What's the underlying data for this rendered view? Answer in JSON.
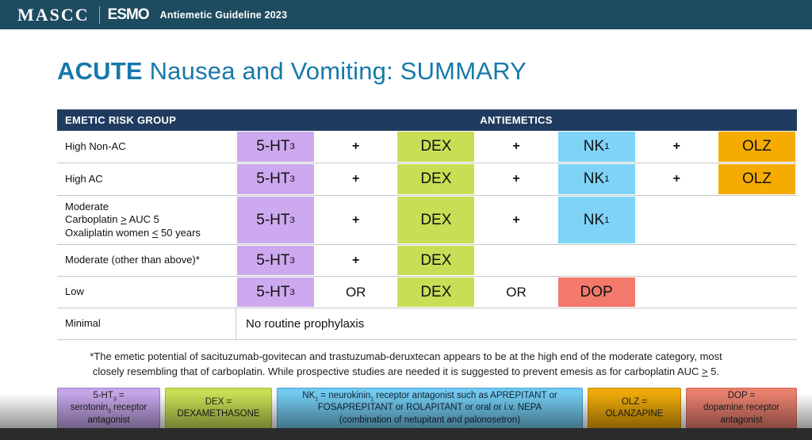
{
  "topbar": {
    "mascc": "MASCC",
    "esmo": "ESMO",
    "subtitle": "Antiemetic Guideline 2023"
  },
  "title": {
    "emphasis": "ACUTE",
    "rest": " Nausea and Vomiting: SUMMARY"
  },
  "colors": {
    "serotonin_purple": "#cda9ef",
    "dex_green": "#c9de55",
    "nk1_blue": "#7ed3f7",
    "olz_orange": "#f5ab00",
    "dop_salmon": "#f3796b",
    "header_navy": "#203b60",
    "banner_teal": "#1d4b60",
    "title_blue": "#1779ab"
  },
  "table": {
    "header": {
      "risk_group": "EMETIC RISK GROUP",
      "antiemetics": "ANTIEMETICS"
    },
    "rows": [
      {
        "label": "High Non-AC",
        "c0": [
          {
            "v": "5-HT"
          },
          {
            "v": "3",
            "sub": 1
          }
        ],
        "c1": "+",
        "c2": "DEX",
        "c3": "+",
        "c4": [
          {
            "v": "NK"
          },
          {
            "v": "1",
            "sub": 1
          }
        ],
        "c5": "+",
        "c6": "OLZ"
      },
      {
        "label": "High AC",
        "c0": [
          {
            "v": "5-HT"
          },
          {
            "v": "3",
            "sub": 1
          }
        ],
        "c1": "+",
        "c2": "DEX",
        "c3": "+",
        "c4": [
          {
            "v": "NK"
          },
          {
            "v": "1",
            "sub": 1
          }
        ],
        "c5": "+",
        "c6": "OLZ"
      },
      {
        "label_line1": "Moderate",
        "label_line2": [
          {
            "v": "Carboplatin "
          },
          {
            "v": ">",
            "u": 1
          },
          {
            "v": " AUC 5"
          }
        ],
        "label_line3": [
          {
            "v": "Oxaliplatin women "
          },
          {
            "v": "<",
            "u": 1
          },
          {
            "v": " 50 years"
          }
        ],
        "c0": [
          {
            "v": "5-HT"
          },
          {
            "v": "3",
            "sub": 1
          }
        ],
        "c1": "+",
        "c2": "DEX",
        "c3": "+",
        "c4": [
          {
            "v": "NK"
          },
          {
            "v": "1",
            "sub": 1
          }
        ]
      },
      {
        "label": "Moderate (other than above)*",
        "c0": [
          {
            "v": "5-HT"
          },
          {
            "v": "3",
            "sub": 1
          }
        ],
        "c1": "+",
        "c2": "DEX"
      },
      {
        "label": "Low",
        "c0": [
          {
            "v": "5-HT"
          },
          {
            "v": "3",
            "sub": 1
          }
        ],
        "c1": "OR",
        "c2": "DEX",
        "c3": "OR",
        "c4": "DOP"
      },
      {
        "label": "Minimal",
        "content": "No routine prophylaxis"
      }
    ]
  },
  "footnote": {
    "line1": "*The emetic potential of sacituzumab-govitecan and trastuzumab-deruxtecan appears to be at the high end of the moderate category, most",
    "line2": [
      {
        "v": "closely resembling that of carboplatin. While prospective studies are needed it is suggested to prevent emesis as for carboplatin AUC "
      },
      {
        "v": ">",
        "u": 1
      },
      {
        "v": " 5."
      }
    ]
  },
  "legend": {
    "serotonin": {
      "line1": [
        {
          "v": "5-HT"
        },
        {
          "v": "3",
          "sub": 1
        },
        {
          "v": " ="
        }
      ],
      "line2": [
        {
          "v": "serotonin"
        },
        {
          "v": "3",
          "sub": 1
        },
        {
          "v": " receptor"
        }
      ],
      "line3": "antagonist"
    },
    "dex": {
      "line1": "DEX =",
      "line2": "DEXAMETHASONE"
    },
    "nk1": {
      "line1": [
        {
          "v": "NK"
        },
        {
          "v": "1",
          "sub": 1
        },
        {
          "v": " = neurokinin"
        },
        {
          "v": "1",
          "sub": 1
        },
        {
          "v": " receptor antagonist such as APREPITANT or"
        }
      ],
      "line2": "FOSAPREPITANT or ROLAPITANT or oral or i.v. NEPA",
      "line3": "(combination of netupitant and palonosetron)"
    },
    "olz": {
      "line1": "OLZ =",
      "line2": "OLANZAPINE"
    },
    "dop": {
      "line1": "DOP =",
      "line2": "dopamine receptor",
      "line3": "antagonist"
    }
  }
}
